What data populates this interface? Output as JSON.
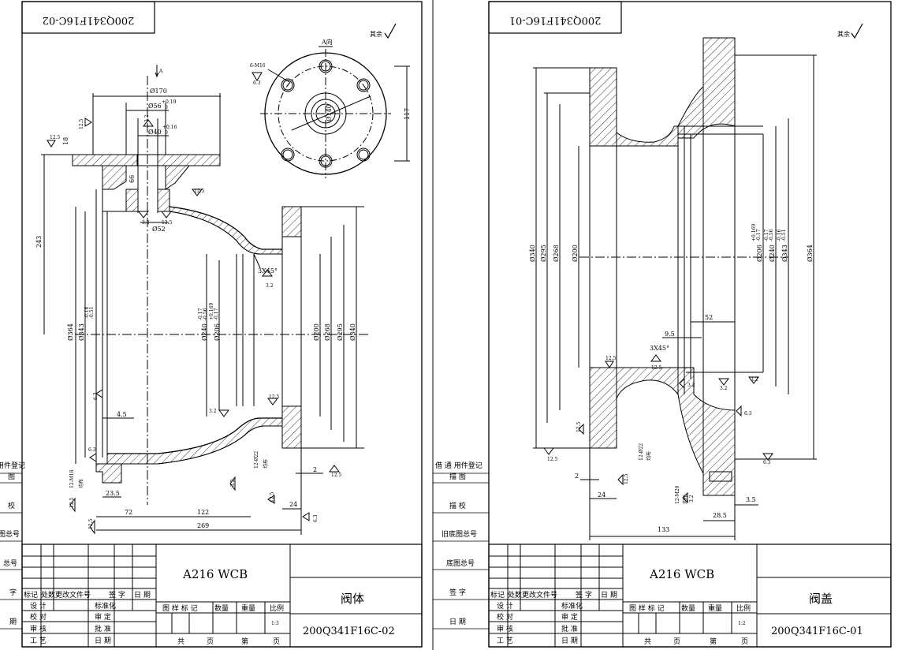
{
  "colors": {
    "ink": "#000000",
    "paper": "#ffffff"
  },
  "left_sheet": {
    "drawing_no_stamp": "200Q341F16C-02",
    "surface_finish_note": "其余",
    "view_label": "A向",
    "arrow_label": "A",
    "bolt_spec": "6-M16",
    "bolt_roughness": "6.3",
    "dims": {
      "d170": "Ø170",
      "d56": "Ø56",
      "d56_tol_up": "+0.19",
      "d56_tol_lo": "0",
      "d40": "Ø40",
      "d40_tol_up": "+0.16",
      "d40_tol_lo": "0",
      "d52": "Ø52",
      "d66": "66",
      "d18": "18",
      "d243": "243",
      "d117": "117",
      "d140": "Ø140",
      "d364": "Ø364",
      "d343": "Ø343",
      "d343_tol_up": "-0.16",
      "d343_tol_lo": "-0.51",
      "d240": "Ø240",
      "d240_tol_up": "-0.17",
      "d240_tol_lo": "-0.56",
      "d206": "Ø206",
      "d206_tol_up": "+0.169",
      "d206_tol_lo": "-0.17",
      "d200": "Ø200",
      "d268": "Ø268",
      "d295": "Ø295",
      "d340": "Ø340",
      "d4_5": "4.5",
      "d23_5": "23.5",
      "d72": "72",
      "d122": "122",
      "d269": "269",
      "d24": "24",
      "d2": "2",
      "chamfer": "3X45°",
      "holes_bottom": "12-M18",
      "holes_bottom_note": "均布",
      "holes_right": "12-Ø22",
      "holes_right_note": "均布"
    },
    "roughness": [
      "12.5",
      "12.5",
      "3.2",
      "12.5",
      "3.2",
      "12.5",
      "3.2",
      "6.3",
      "3.2",
      "12.5",
      "12.5",
      "6.3",
      "12.5",
      "3.2",
      "12.5",
      "12.5",
      "6.3"
    ],
    "side_labels": [
      "用件登记",
      "图",
      "校",
      "图总号",
      "总号",
      "字",
      "期"
    ],
    "title_block": {
      "material": "A216  WCB",
      "part_name": "阀体",
      "drawing_no": "200Q341F16C-02",
      "scale": "1:3",
      "revision_header": [
        "标记",
        "处数",
        "更改文件号",
        "签 字",
        "日 期"
      ],
      "roles": [
        "设 计",
        "校 对",
        "审 核",
        "工 艺"
      ],
      "approvals": [
        "标准化",
        "审 定",
        "批 准",
        "日 期"
      ],
      "columns": [
        "图 样 标 记",
        "数量",
        "重量",
        "比例"
      ],
      "footer": [
        "共",
        "页",
        "第",
        "页"
      ]
    }
  },
  "right_sheet": {
    "drawing_no_stamp": "200Q341F16C-01",
    "surface_finish_note": "其余",
    "dims": {
      "d340": "Ø340",
      "d295": "Ø295",
      "d268": "Ø268",
      "d200": "Ø200",
      "d206": "Ø206",
      "d206_tol_up": "+0.169",
      "d206_tol_lo": "-0.17",
      "d240": "Ø240",
      "d240_tol_up": "-0.17",
      "d240_tol_lo": "-0.56",
      "d343": "Ø343",
      "d343_tol_up": "-0.16",
      "d343_tol_lo": "-0.51",
      "d364": "Ø364",
      "d52": "52",
      "d9_5": "9.5",
      "chamfer": "3X45°",
      "d2": "2",
      "d24": "24",
      "d133": "133",
      "d28_5": "28.5",
      "d3_5": "3.5",
      "holes_left": "12-Ø22",
      "holes_left_note": "均布",
      "holes_bottom": "12-M20",
      "holes_bottom_note": "均布"
    },
    "roughness": [
      "12.5",
      "12.5",
      "3.2",
      "3.2",
      "3.2",
      "6.3",
      "12.5",
      "6.3",
      "12.5",
      "12.5",
      "3.2"
    ],
    "side_labels": [
      "借 通 用件登记",
      "描 图",
      "描 校",
      "旧底图总号",
      "底图总号",
      "签 字",
      "日 期"
    ],
    "title_block": {
      "material": "A216  WCB",
      "part_name": "阀盖",
      "drawing_no": "200Q341F16C-01",
      "scale": "1:2",
      "revision_header": [
        "标记",
        "处数",
        "更改文件号",
        "签 字",
        "日 期"
      ],
      "roles": [
        "设 计",
        "校 对",
        "审 核",
        "工 艺"
      ],
      "approvals": [
        "标准化",
        "审 定",
        "批 准",
        "日 期"
      ],
      "columns": [
        "图 样 标 记",
        "数量",
        "重量",
        "比例"
      ],
      "footer": [
        "共",
        "页",
        "第",
        "页"
      ]
    }
  }
}
